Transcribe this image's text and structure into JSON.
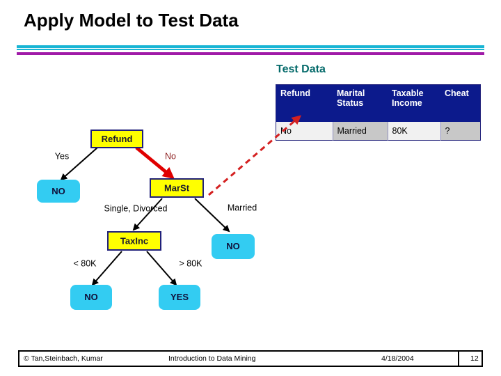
{
  "slide": {
    "title": "Apply Model to Test Data",
    "divider": {
      "cyan": "#19B5D4",
      "magenta": "#A01BA8"
    }
  },
  "test_data": {
    "heading": "Test Data",
    "heading_color": "#046A6A",
    "columns": [
      "Refund",
      "Marital Status",
      "Taxable Income",
      "Cheat"
    ],
    "rows": [
      {
        "refund": "No",
        "marital_status": "Married",
        "taxable_income": "80K",
        "cheat": "?"
      }
    ],
    "header_bg": "#0c1a8c"
  },
  "tree": {
    "nodes": [
      {
        "id": "refund",
        "label": "Refund",
        "type": "internal"
      },
      {
        "id": "marst",
        "label": "MarSt",
        "type": "internal"
      },
      {
        "id": "taxinc",
        "label": "TaxInc",
        "type": "internal"
      },
      {
        "id": "leaf-refund-yes",
        "label": "NO",
        "type": "leaf"
      },
      {
        "id": "leaf-marst-married",
        "label": "NO",
        "type": "leaf"
      },
      {
        "id": "leaf-taxinc-low",
        "label": "NO",
        "type": "leaf"
      },
      {
        "id": "leaf-taxinc-high",
        "label": "YES",
        "type": "leaf"
      }
    ],
    "edge_labels": {
      "refund_yes": "Yes",
      "refund_no": "No",
      "marst_single_divorced": "Single, Divorced",
      "marst_married": "Married",
      "taxinc_low": "< 80K",
      "taxinc_high": "> 80K"
    },
    "colors": {
      "internal_fill": "#FFFF00",
      "internal_border": "#20207a",
      "leaf_fill": "#33CCF2",
      "highlight_edge": "#E00000",
      "trace_arrow": "#D42020"
    }
  },
  "footer": {
    "copyright": "© Tan,Steinbach, Kumar",
    "book_title": "Introduction to Data Mining",
    "date": "4/18/2004",
    "page_number": "12"
  }
}
